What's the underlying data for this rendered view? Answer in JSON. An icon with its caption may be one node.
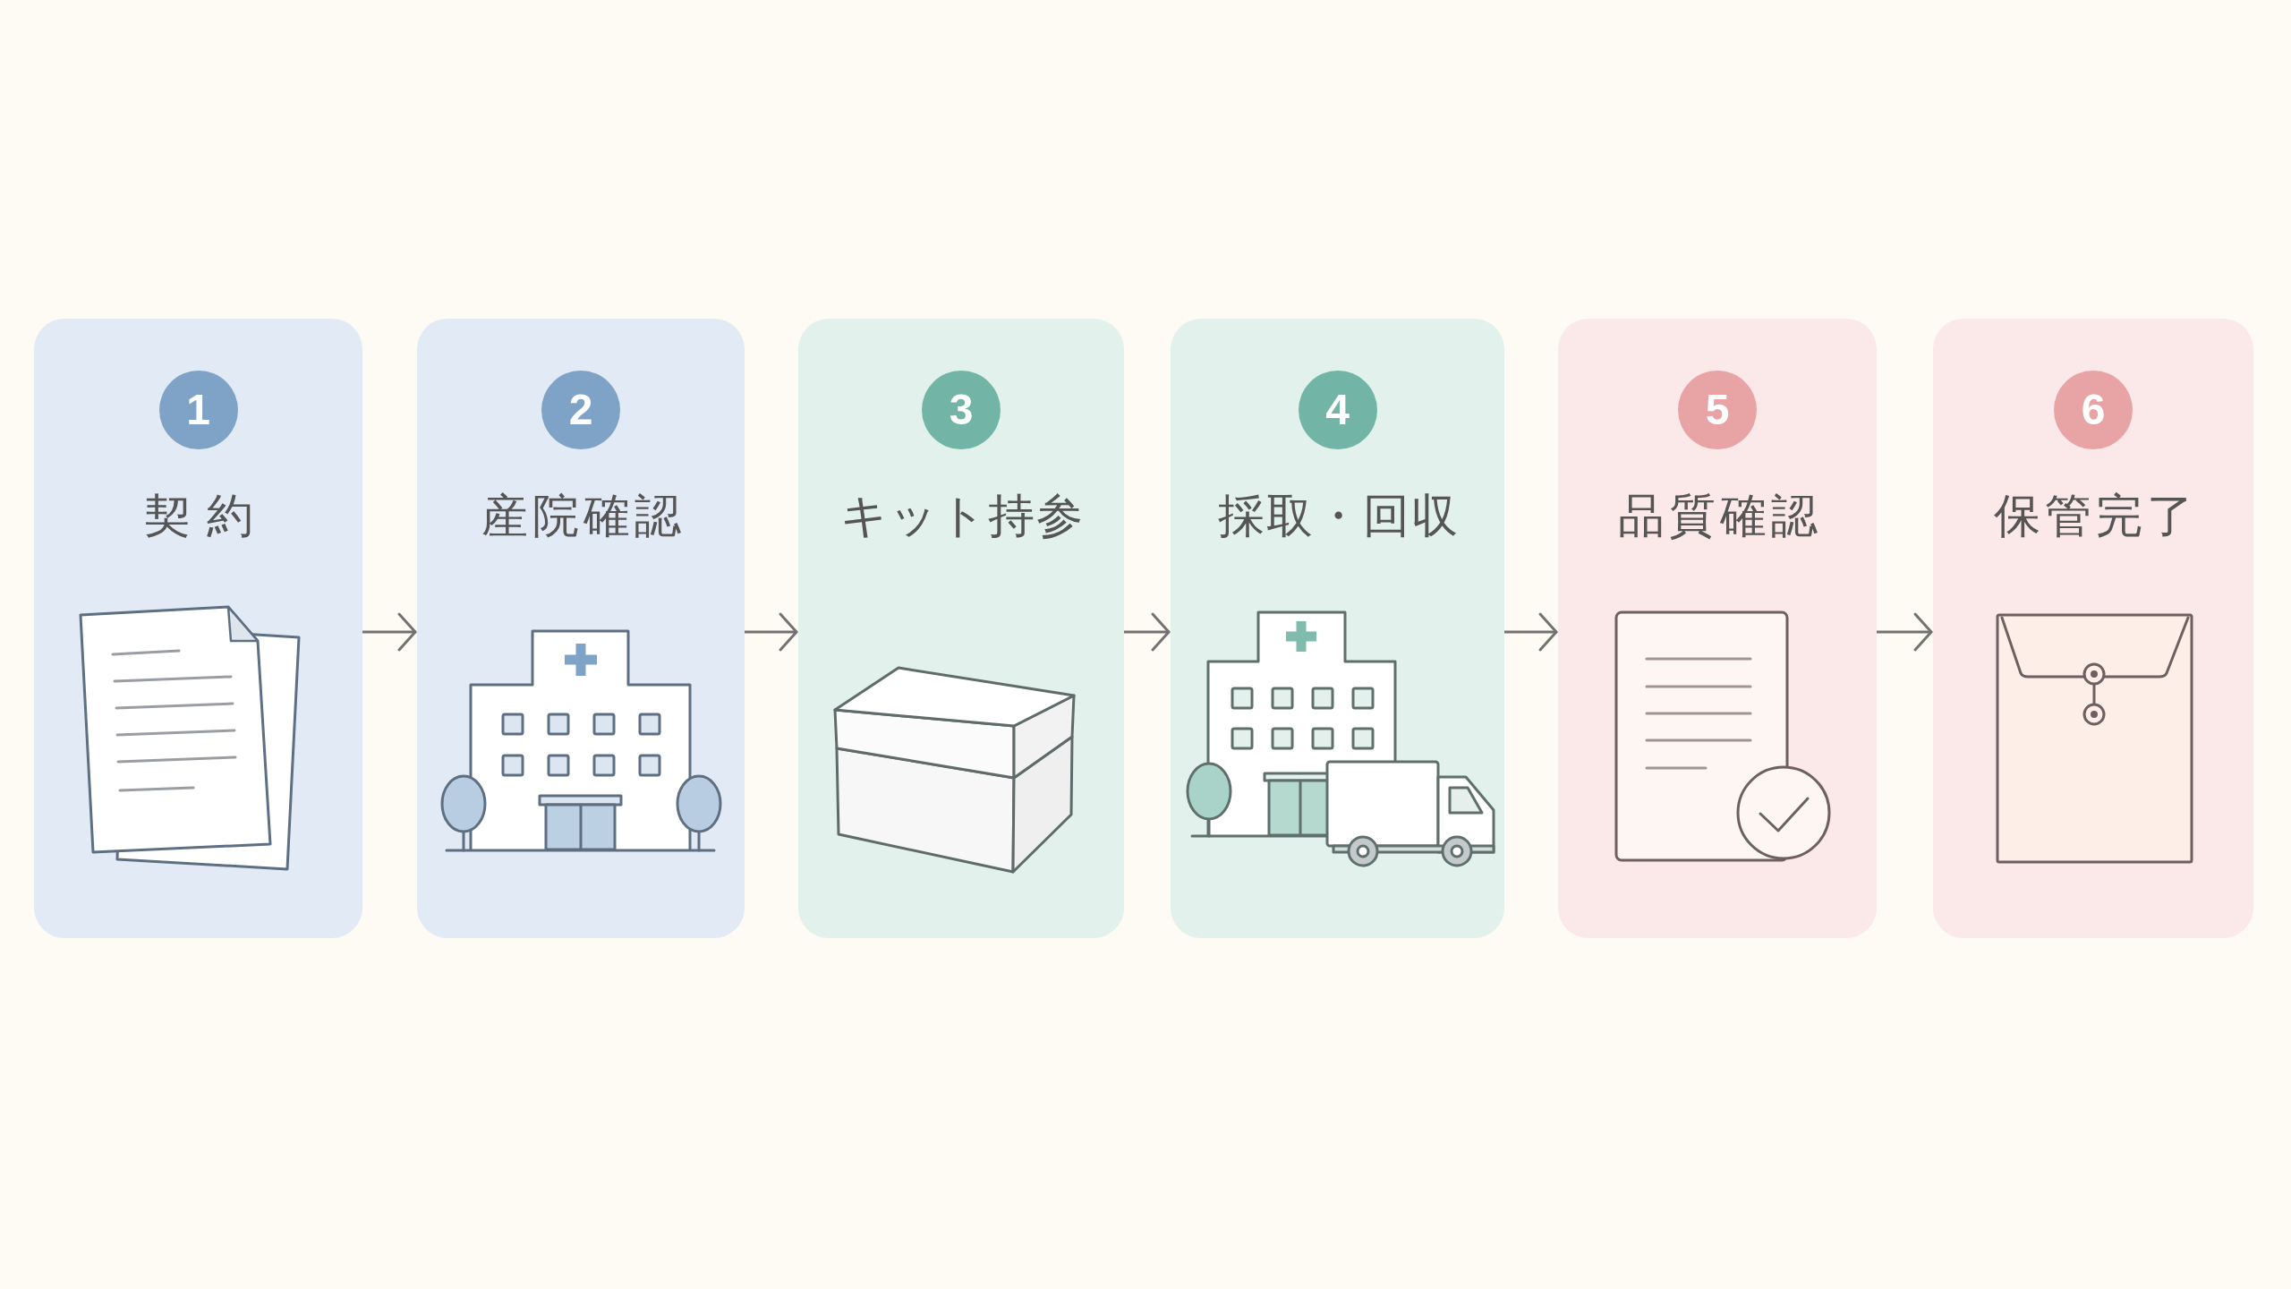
{
  "diagram": {
    "nodes": [
      {
        "text": [
          "契約"
        ]
      },
      {
        "text": [
          "1"
        ],
        "in": 0
      },
      {
        "text": [
          "産院確認"
        ]
      },
      {
        "text": [
          "2"
        ],
        "in": 2
      },
      {
        "text": [
          "キット持参"
        ]
      },
      {
        "text": [
          "3"
        ],
        "in": 4
      },
      {
        "text": [
          "採取・回収"
        ]
      },
      {
        "text": [
          "4"
        ],
        "in": 6
      },
      {
        "text": [
          "品質確認"
        ]
      },
      {
        "text": [
          "5"
        ],
        "in": 8
      },
      {
        "text": [
          "保管完了"
        ]
      },
      {
        "text": [
          "6"
        ],
        "in": 10
      }
    ],
    "edges": [
      {
        "from": 0,
        "to": 2,
        "arrow": "to"
      },
      {
        "from": 2,
        "to": 4,
        "arrow": "to"
      },
      {
        "from": 4,
        "to": 6,
        "arrow": "to"
      },
      {
        "from": 6,
        "to": 8,
        "arrow": "to"
      },
      {
        "from": 8,
        "to": 10,
        "arrow": "to"
      }
    ]
  }
}
